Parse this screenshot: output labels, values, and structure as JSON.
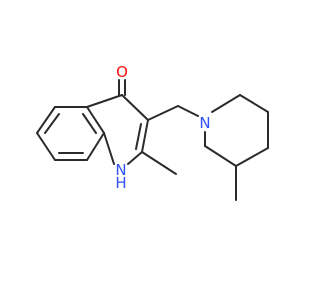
{
  "molecule": {
    "colors": {
      "bond": "#2b2b2b",
      "oxygen": "#ff0d0d",
      "nitrogen": "#3050f8"
    },
    "atom_labels": {
      "oxygen": "O",
      "ring_nitrogen": "N",
      "ring_nitrogen_h": "H",
      "piperidine_nitrogen": "N"
    }
  }
}
